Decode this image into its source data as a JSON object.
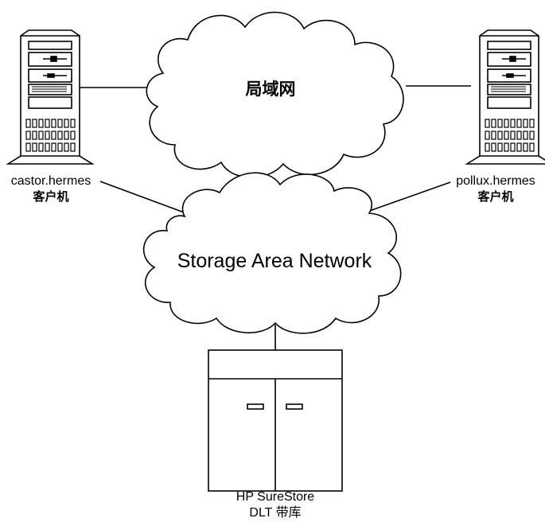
{
  "lan_label": "局域网",
  "san_label": "Storage Area Network",
  "left_client": {
    "hostname": "castor.hermes",
    "role": "客户机"
  },
  "right_client": {
    "hostname": "pollux.hermes",
    "role": "客户机"
  },
  "tape_library": {
    "line1": "HP SureStore",
    "line2": "DLT 带库"
  }
}
